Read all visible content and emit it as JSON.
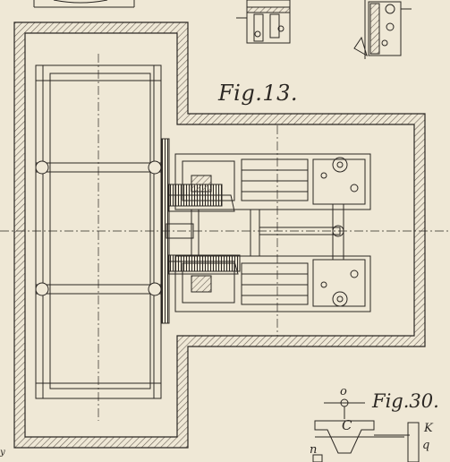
{
  "figures": {
    "fig13": {
      "label": "Fig.13."
    },
    "fig30": {
      "label": "Fig.30."
    }
  },
  "letters": {
    "o": "o",
    "c": "C",
    "k": "K",
    "q": "q",
    "n": "n",
    "y": "y"
  },
  "colors": {
    "paper": "#efe8d6",
    "ink": "#2b2723",
    "hatch": "#6b6258"
  }
}
